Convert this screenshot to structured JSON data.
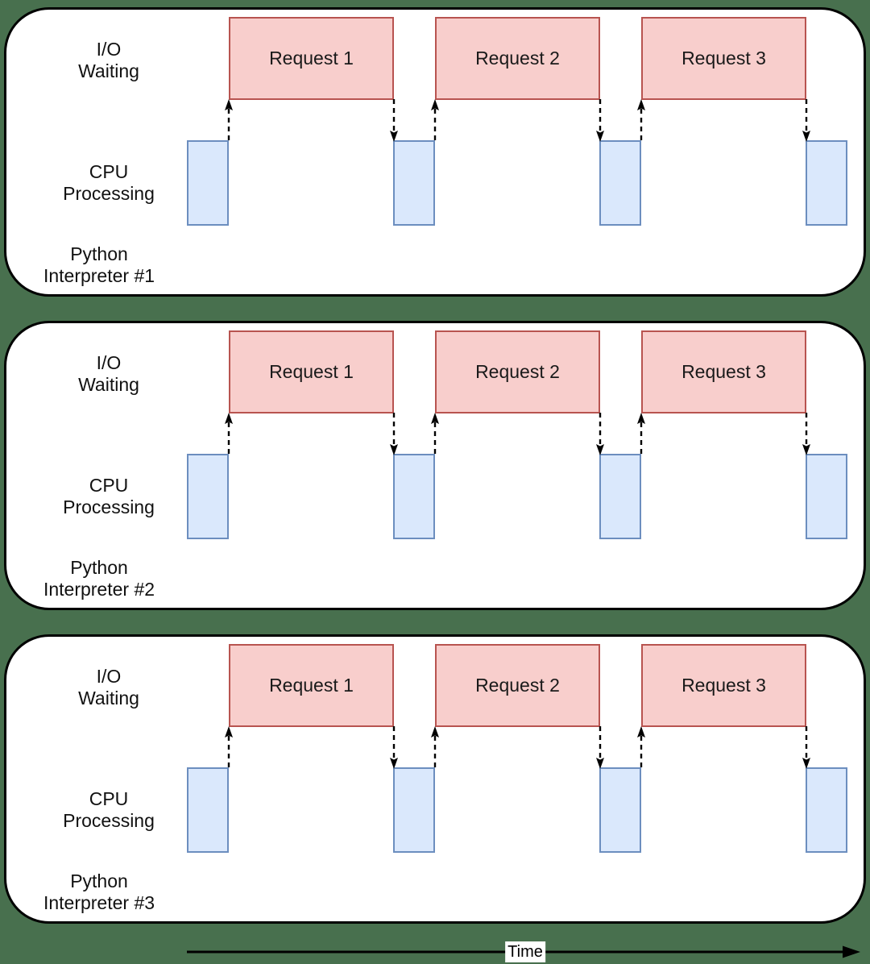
{
  "colors": {
    "background": "#48704e",
    "panel_fill": "#ffffff",
    "panel_border": "#000000",
    "request_fill": "#f8cecc",
    "request_border": "#b85450",
    "cpu_fill": "#dae8fc",
    "cpu_border": "#6c8ebf",
    "arrow": "#000000",
    "text": "#1a1a1a"
  },
  "panels": [
    {
      "io_line1": "I/O",
      "io_line2": "Waiting",
      "cpu_line1": "CPU",
      "cpu_line2": "Processing",
      "interp_line1": "Python",
      "interp_line2": "Interpreter #1",
      "requests": [
        "Request 1",
        "Request 2",
        "Request 3"
      ],
      "cpu_block_count": 4
    },
    {
      "io_line1": "I/O",
      "io_line2": "Waiting",
      "cpu_line1": "CPU",
      "cpu_line2": "Processing",
      "interp_line1": "Python",
      "interp_line2": "Interpreter #2",
      "requests": [
        "Request 1",
        "Request 2",
        "Request 3"
      ],
      "cpu_block_count": 4
    },
    {
      "io_line1": "I/O",
      "io_line2": "Waiting",
      "cpu_line1": "CPU",
      "cpu_line2": "Processing",
      "interp_line1": "Python",
      "interp_line2": "Interpreter #3",
      "requests": [
        "Request 1",
        "Request 2",
        "Request 3"
      ],
      "cpu_block_count": 4
    }
  ],
  "time_axis": {
    "label": "Time"
  }
}
